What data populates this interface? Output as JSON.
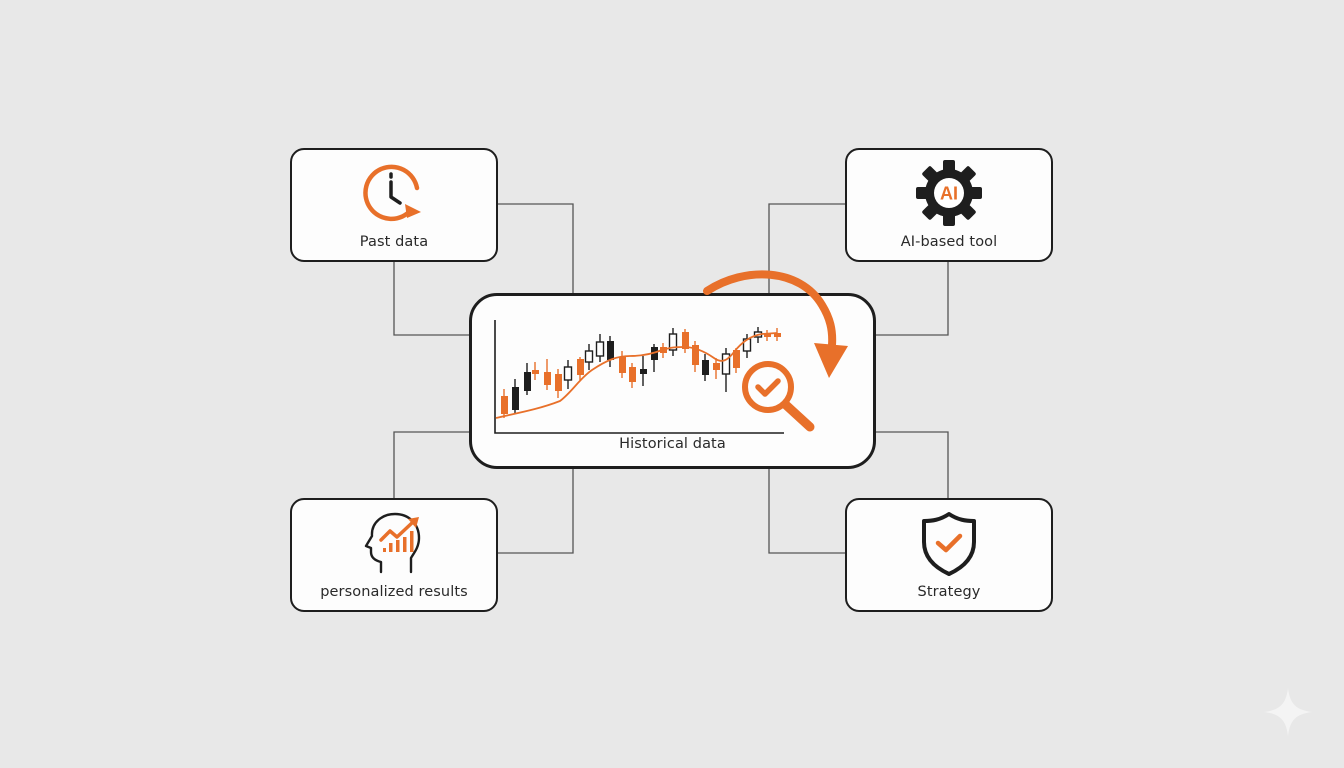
{
  "diagram": {
    "center": {
      "label": "Historical data",
      "icon": "candlestick-chart-icon",
      "overlay_icon": "magnifier-check-icon"
    },
    "nodes": [
      {
        "id": "top-left",
        "label": "Past data",
        "icon": "clock-history-icon"
      },
      {
        "id": "top-right",
        "label": "AI-based tool",
        "icon": "ai-gear-icon",
        "icon_text": "AI"
      },
      {
        "id": "bottom-left",
        "label": "personalized results",
        "icon": "head-growth-chart-icon"
      },
      {
        "id": "bottom-right",
        "label": "Strategy",
        "icon": "shield-check-icon"
      }
    ],
    "decorations": {
      "curved_arrow": "curved-arrow-icon",
      "watermark": "sparkle-icon"
    }
  },
  "colors": {
    "background": "#e8e8e8",
    "accent": "#e8702a",
    "stroke": "#1e1e1e",
    "connector": "#555555",
    "box_fill": "#fdfdfd"
  }
}
